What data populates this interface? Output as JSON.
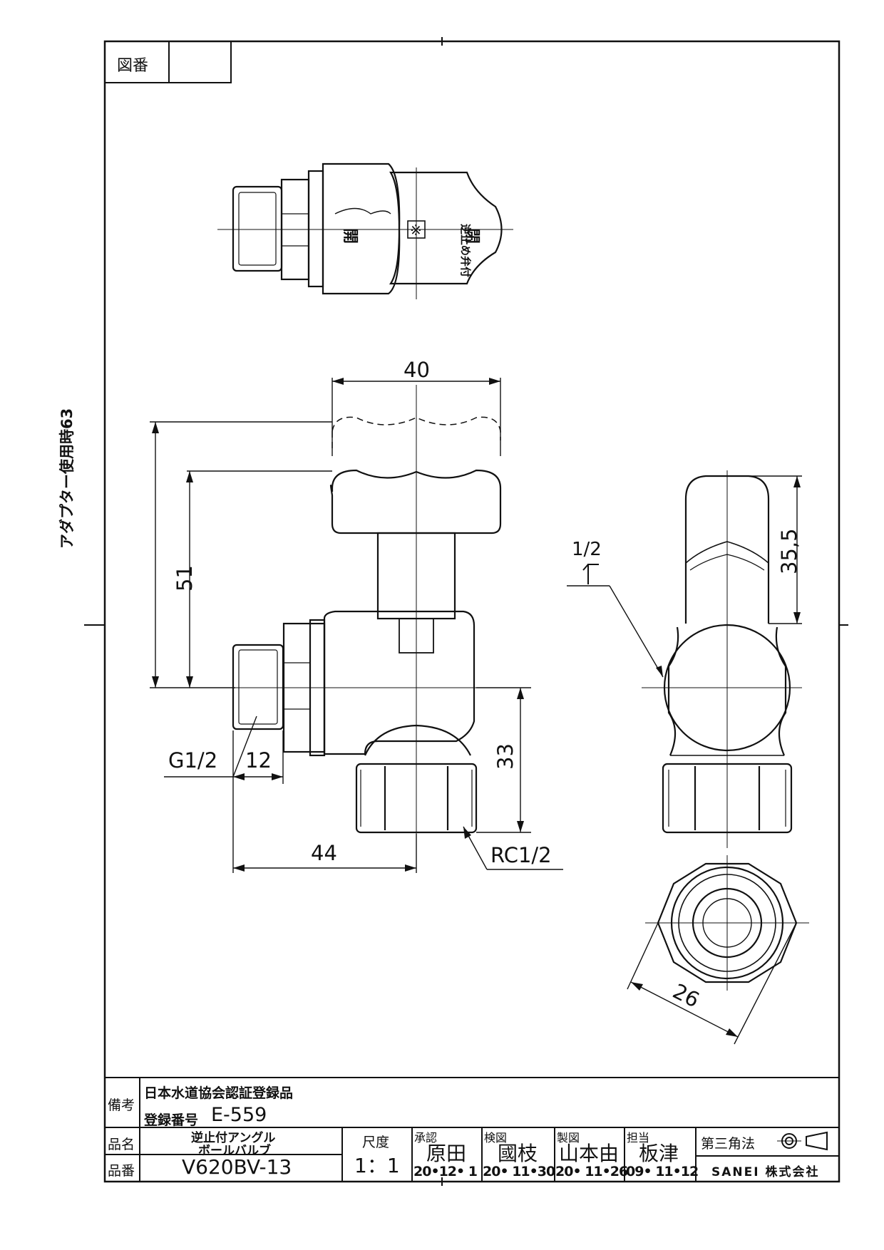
{
  "drawing_number_label": "図番",
  "drawing_number": "",
  "dimensions": {
    "d40": "40",
    "d63": "アダプター使用時63",
    "d51": "51",
    "d12": "12",
    "g12": "G1/2",
    "d33": "33",
    "d44": "44",
    "rc12": "RC1/2",
    "d355": "35,5",
    "half": "1/2",
    "d26": "26"
  },
  "handle_marks": {
    "open_left": "開",
    "open_right": "閉",
    "center": "※",
    "check_text": "逆止め弁付"
  },
  "title_block": {
    "remarks_label": "備考",
    "remarks_line1": "日本水道協会認証登録品",
    "remarks_line2_label": "登録番号",
    "remarks_line2_value": "E-559",
    "product_name_label": "品名",
    "product_name_line1": "逆止付アングル",
    "product_name_line2": "ボールバルブ",
    "product_no_label": "品番",
    "product_no": "V620BV-13",
    "scale_label": "尺度",
    "scale": "1：1",
    "approved_label": "承認",
    "approved_name": "原田",
    "approved_date": "20•12• 1",
    "checked_label": "検図",
    "checked_name": "國枝",
    "checked_date": "20• 11•30",
    "drawn_label": "製図",
    "drawn_name": "山本由",
    "drawn_date": "20• 11•26",
    "charge_label": "担当",
    "charge_name": "板津",
    "charge_date": "09• 11•12",
    "projection": "第三角法",
    "company": "SANEI 株式会社"
  }
}
